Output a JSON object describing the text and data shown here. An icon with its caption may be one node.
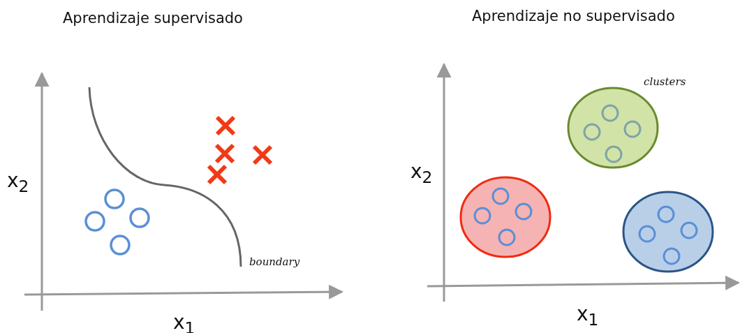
{
  "diagram": {
    "labels": [
      "Aprendizaje supervisado",
      "Aprendizaje no supervisado",
      "clusters",
      "x$_{2}$",
      "x$_{2}$",
      "boundary",
      "x$_{1}$",
      "x$_{1}$"
    ]
  }
}
